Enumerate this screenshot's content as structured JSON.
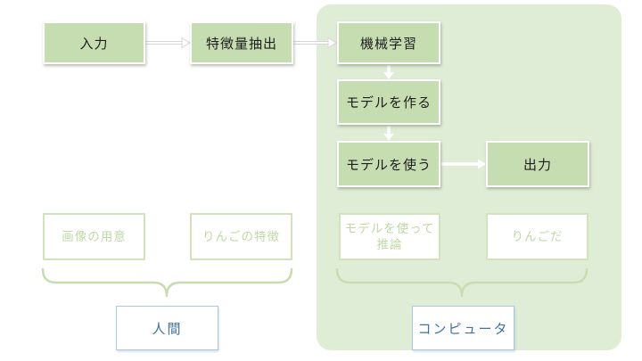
{
  "colors": {
    "panel-bg": "#e0edd6",
    "box-fill": "#c6dcb1",
    "box-text": "#1e1e1e",
    "faded-border": "#d0e3bc",
    "faded-text": "#c0d8a8",
    "blue-border": "#a8c7e5",
    "blue-text": "#44719d",
    "brace": "#c7ddb0",
    "arrow-gray": "#d6d6d6",
    "arrow-white": "#ffffff"
  },
  "flow": {
    "input": "入力",
    "feature_extraction": "特徴量抽出",
    "machine_learning": "機械学習",
    "build_model": "モデルを作る",
    "use_model": "モデルを使う",
    "output": "出力"
  },
  "annotations": {
    "prepare_images": "画像の用意",
    "apple_features": "りんごの特徴",
    "inference_with_model": "モデルを使って\n推論",
    "its_an_apple": "りんごだ"
  },
  "actors": {
    "human": "人間",
    "computer": "コンピュータ"
  }
}
